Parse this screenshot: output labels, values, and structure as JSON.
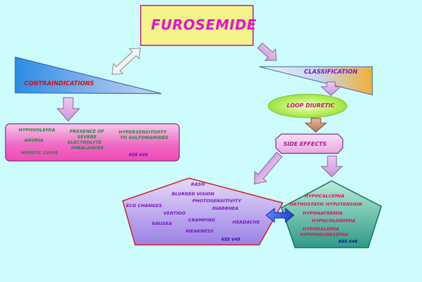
{
  "title": "FUROSEMIDE",
  "contraindications": {
    "heading": "CONTRAINDICATIONS",
    "items": [
      "HYPOVOLEMIA",
      "ANURIA",
      "HEPATIC COMA",
      "PRESENCE OF",
      "SEVERE",
      "ELECTROLYTE",
      "IMBALANCES",
      "HYPERSENSITIVITY",
      "TO SULFONAMIDES"
    ],
    "ref": "KEE 649"
  },
  "classification": {
    "heading": "CLASSIFICATION",
    "value": "LOOP DIURETIC"
  },
  "side_effects": {
    "heading": "SIDE EFFECTS",
    "general": [
      "RASH",
      "BLURRED VISION",
      "PHOTOSENSITIVITY",
      "ECG CHANGES",
      "DIARRHEA",
      "VERTIGO",
      "CRAMPING",
      "HEADACHE",
      "NAUSEA",
      "WEAKNESS"
    ],
    "general_ref": "KEE 649",
    "electrolyte": [
      "HYPOCALCEMIA",
      "ORTHOSTATIC HYPOTENSION",
      "HYPONATREMIA",
      "HYPOCHLOREMIA",
      "HYPOKALEMIA",
      "HYPOMAGNESEMIA"
    ],
    "electrolyte_ref": "KEE 648"
  },
  "colors": {
    "background": "#ccfcfc",
    "title_box": "#f4f48a",
    "title_text": "#e80fd0",
    "contra_text": "#e01010",
    "list_green": "#1f8a3a",
    "pink_box": "#f050b8",
    "purple_text": "#7a18c0",
    "teal_pentagon": "#3aa894",
    "red_text": "#e0105a",
    "arrow_fill": "#d9a8e8"
  }
}
